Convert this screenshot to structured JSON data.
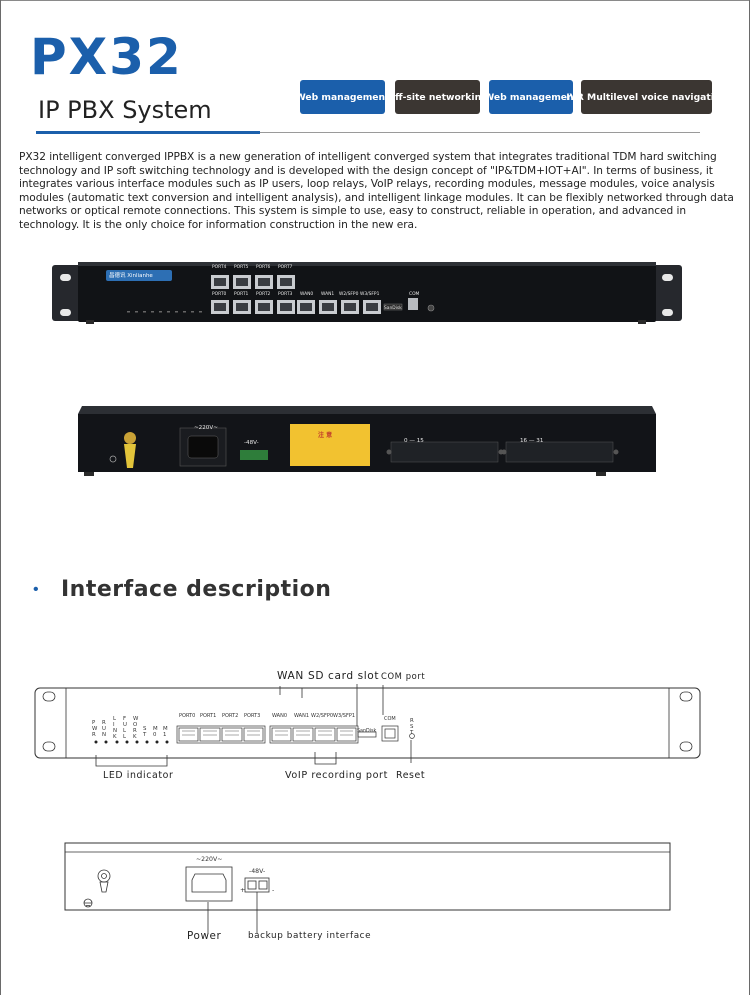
{
  "header": {
    "title": "PX32",
    "subtitle": "IP PBX System",
    "colors": {
      "brand_blue": "#1b5fab",
      "tag_dark": "#3b3632"
    }
  },
  "tags": [
    {
      "label": "Web management",
      "style": "blue"
    },
    {
      "label": "Off-site networking",
      "style": "dark"
    },
    {
      "label": "Web management",
      "style": "blue"
    },
    {
      "label": "IVR Multilevel voice navigation",
      "style": "dark"
    }
  ],
  "intro": "PX32 intelligent converged IPPBX is a new generation of intelligent converged system that integrates traditional TDM hard switching technology and IP soft switching technology and is developed with the design concept of \"IP&TDM+IOT+AI\". In terms of business, it integrates various interface modules such as IP users, loop relays, VoIP relays, recording modules, message modules, voice analysis modules (automatic text conversion and intelligent analysis), and intelligent linkage modules. It can be flexibly networked through data networks or optical remote connections. This system is simple to use, easy to construct, reliable in operation, and advanced in technology. It is the only choice for information construction in the new era.",
  "photo_front": {
    "logo": "昌德讯 Xinlianhe",
    "ports_top": [
      "PORT4",
      "PORT5",
      "PORT6",
      "PORT7"
    ],
    "ports_bottom": [
      "PORT0",
      "PORT1",
      "PORT2",
      "PORT3"
    ],
    "wan_ports": [
      "WAN0",
      "WAN1",
      "W2/SFP0",
      "W3/SFP1"
    ],
    "sd_label": "SanDisk",
    "com_label": "COM"
  },
  "photo_back": {
    "power_label": "~220V~",
    "battery_label": "-48V-",
    "range_a": "0    —    15",
    "range_b": "16    —    31",
    "warning": "注 意"
  },
  "section": {
    "bullet": "•",
    "title": "Interface description"
  },
  "front_diagram": {
    "leds": [
      "P W R",
      "R U N",
      "L I N K",
      "F U L L",
      "W O R K",
      "S T",
      "M 0",
      "M 1"
    ],
    "ports": [
      "PORT0",
      "PORT1",
      "PORT2",
      "PORT3"
    ],
    "wan_ports": [
      "WAN0",
      "WAN1",
      "W2/SFP0",
      "W3/SFP1"
    ],
    "sd_label": "SanDisk",
    "com_label": "COM",
    "rst_label": "R S T",
    "callouts": {
      "wan": "WAN",
      "sd": "SD card slot",
      "com": "COM port",
      "led": "LED indicator",
      "voip": "VoIP recording port",
      "reset": "Reset"
    }
  },
  "back_diagram": {
    "power_label": "~220V~",
    "battery_label": "-48V-",
    "plus": "+",
    "minus": "-",
    "callouts": {
      "power": "Power",
      "battery": "backup battery interface"
    }
  }
}
